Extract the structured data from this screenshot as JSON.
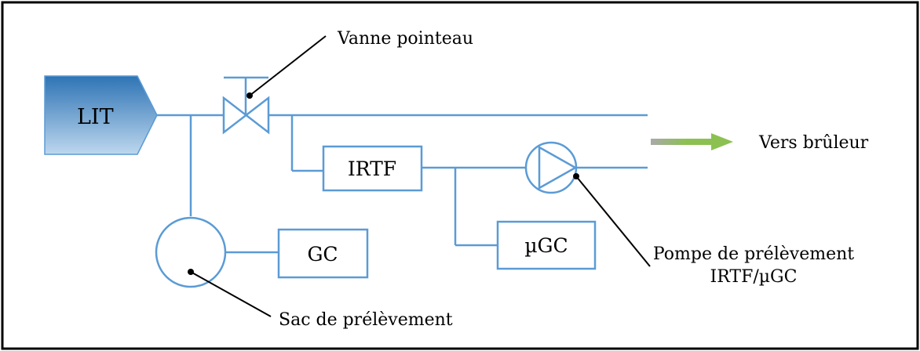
{
  "labels": {
    "source": "LIT",
    "valve": "Vanne pointeau",
    "analyzer_irtf": "IRTF",
    "analyzer_ugc": "µGC",
    "analyzer_gc": "GC",
    "outlet": "Vers brûleur",
    "pump_line1": "Pompe de prélèvement",
    "pump_line2": "IRTF/µGC",
    "bag": "Sac de prélèvement"
  },
  "colors": {
    "pipe": "#5b9bd5",
    "source_fill_top": "#2e74b5",
    "source_fill_bottom": "#bdd7ee",
    "arrow": "#8cc152",
    "frame": "#000000"
  }
}
